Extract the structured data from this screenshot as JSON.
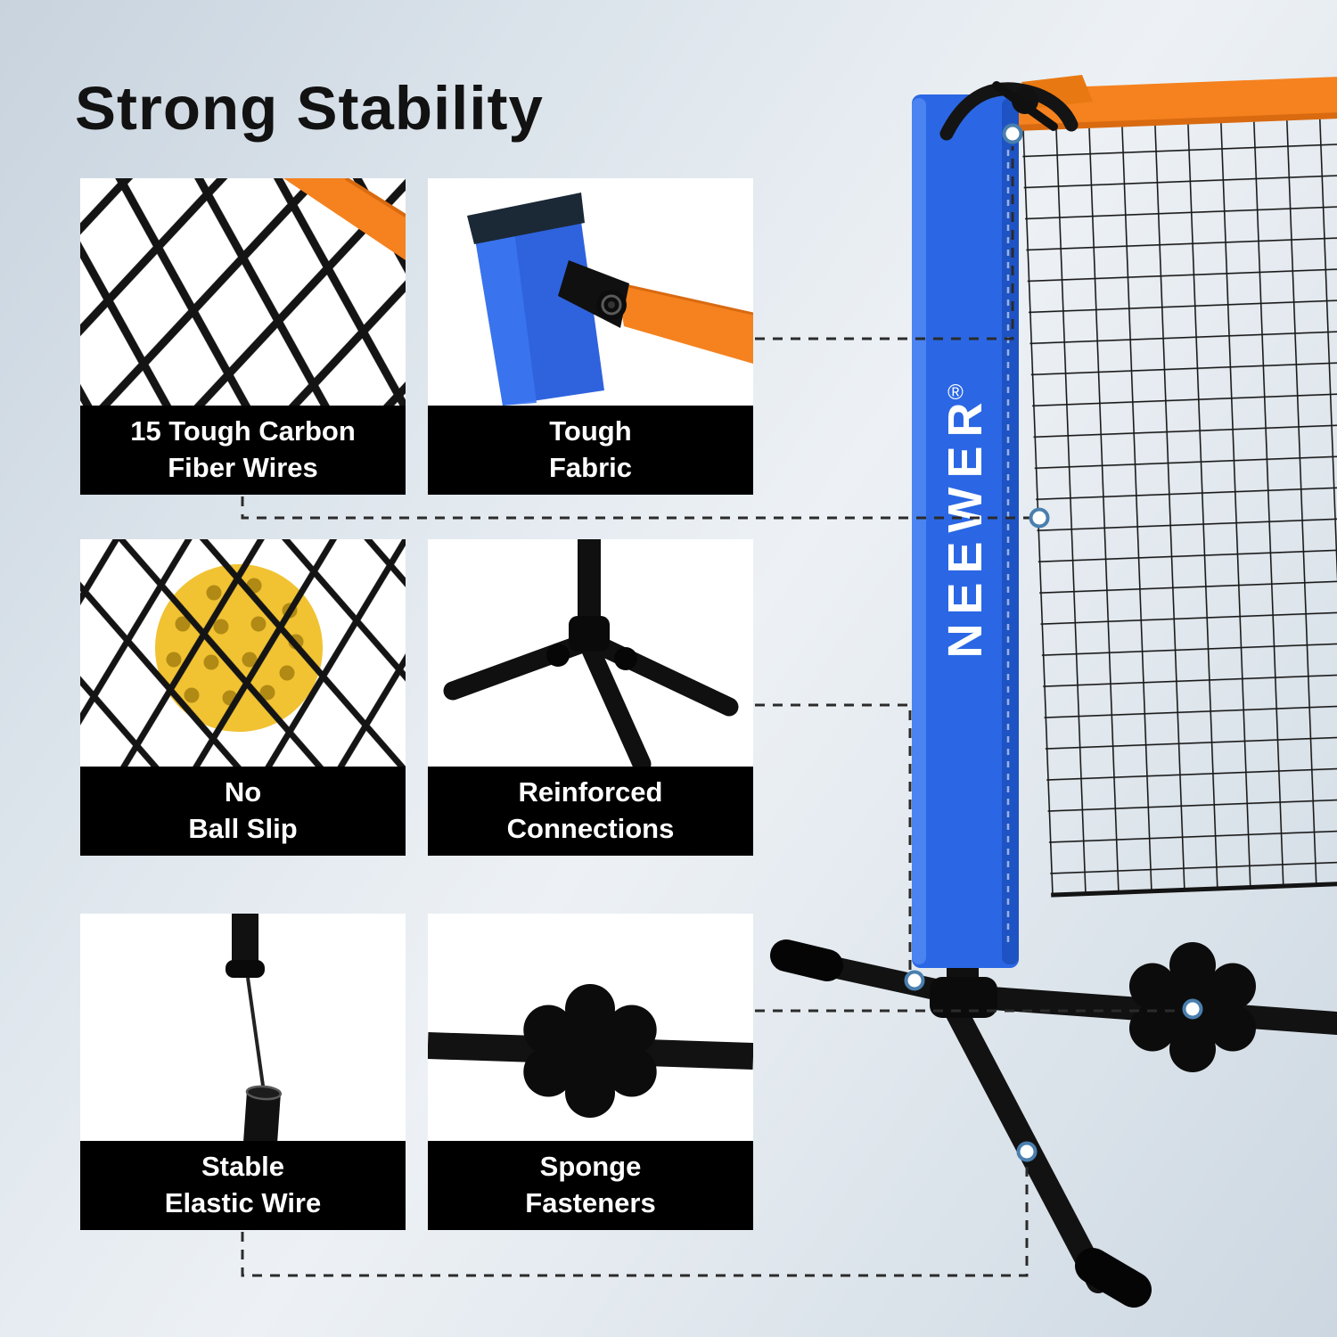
{
  "header": {
    "title": "Strong Stability"
  },
  "brand": {
    "name": "NEEWER",
    "mark": "®"
  },
  "features": [
    {
      "id": "carbon-fiber-wires",
      "line1": "15 Tough Carbon",
      "line2": "Fiber Wires"
    },
    {
      "id": "tough-fabric",
      "line1": "Tough",
      "line2": "Fabric"
    },
    {
      "id": "no-ball-slip",
      "line1": "No",
      "line2": "Ball Slip"
    },
    {
      "id": "reinforced-connections",
      "line1": "Reinforced",
      "line2": "Connections"
    },
    {
      "id": "stable-elastic-wire",
      "line1": "Stable",
      "line2": "Elastic Wire"
    },
    {
      "id": "sponge-fasteners",
      "line1": "Sponge",
      "line2": "Fasteners"
    }
  ],
  "colors": {
    "post_blue": "#2b67e4",
    "band_orange": "#f5821f",
    "ball_yellow": "#f1c232",
    "net_black": "#161616",
    "label_bg": "#000000",
    "label_text": "#ffffff",
    "marker_ring": "#4a7fae"
  }
}
